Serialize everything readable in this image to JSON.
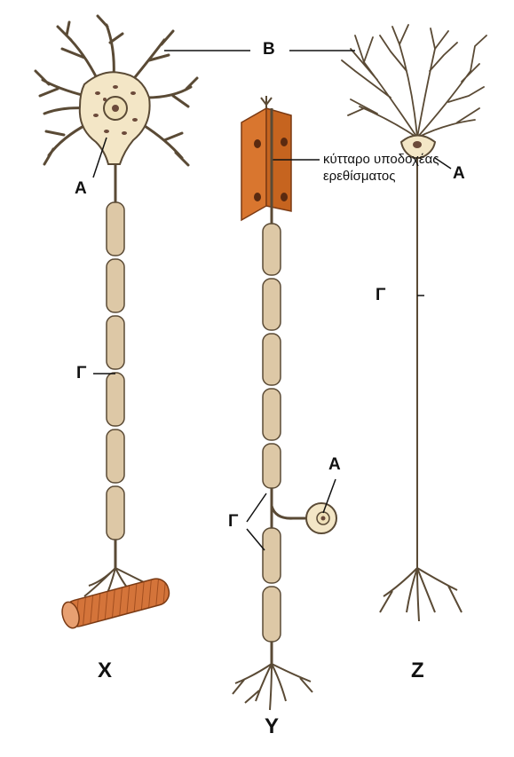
{
  "labels": {
    "B": "B",
    "A_left": "A",
    "A_right": "A",
    "A_middle": "A",
    "G_left": "Γ",
    "G_right": "Γ",
    "G_middle": "Γ",
    "X": "X",
    "Y": "Υ",
    "Z": "Z"
  },
  "receptor_label": "κύτταρο υποδοχέας ερεθίσματος",
  "colors": {
    "cytoplasm": "#f3e6c6",
    "outline": "#5a4a35",
    "myelin": "#ddc8a6",
    "myelin_dark": "#b09a78",
    "muscle": "#d4743a",
    "receptor": "#d9762f",
    "nucleus": "#6b4a3a"
  }
}
